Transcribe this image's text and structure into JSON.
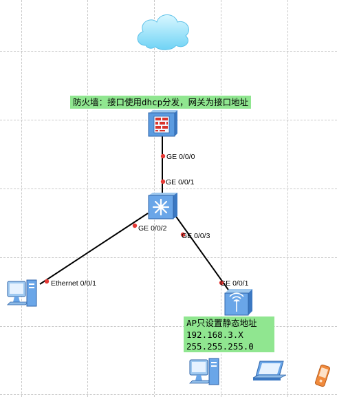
{
  "notes": {
    "firewall": "防火墙：接口使用dhcp分发，网关为接口地址",
    "ap_title": "AP只设置静态地址",
    "ap_ip": "192.168.3.X",
    "ap_mask": "255.255.255.0"
  },
  "ports": {
    "fw_ge000": "GE 0/0/0",
    "sw_ge001": "GE 0/0/1",
    "sw_ge002": "GE 0/0/2",
    "sw_ge003": "GE 0/0/3",
    "pc_eth001": "Ethernet 0/0/1",
    "ap_ge001": "GE 0/0/1"
  },
  "devices": [
    "cloud-icon",
    "firewall-icon",
    "switch-icon",
    "pc-icon",
    "ap-icon",
    "pc-icon",
    "laptop-icon",
    "mobile-phone-icon"
  ],
  "colors": {
    "note_bg": "#90e690",
    "link": "#000000",
    "port_dot": "#e53935",
    "device_blue": "#4a90d9"
  }
}
